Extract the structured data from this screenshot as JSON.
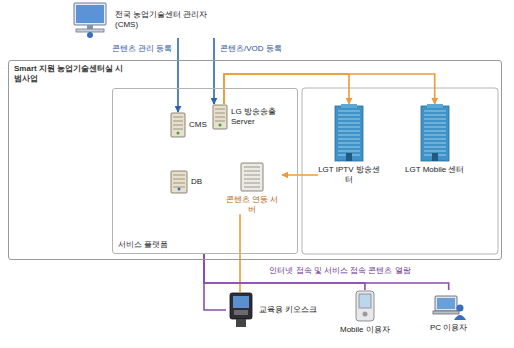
{
  "diagram": {
    "nodes": [
      {
        "text": [
          "전국 농업기술센터 관리자(CMS)"
        ]
      },
      {
        "text": [
          "Smart 지원 농업기술센터실 시범사업"
        ]
      },
      {
        "text": [
          "서비스 플랫폼"
        ],
        "in": 1
      },
      {
        "text": [
          "CMS"
        ],
        "in": 2
      },
      {
        "text": [
          "LG 방송송출 Server"
        ],
        "in": 2
      },
      {
        "text": [
          "DB"
        ],
        "in": 2
      },
      {
        "text": [
          "콘텐츠 연동 서버"
        ],
        "in": 2
      },
      {
        "text": [
          "LGT IPTV 방송센터"
        ],
        "in": 1
      },
      {
        "text": [
          "LGT Mobile 센터"
        ],
        "in": 1
      },
      {
        "text": [
          "교육용 키오스크"
        ]
      },
      {
        "text": [
          "Mobile 이용자"
        ]
      },
      {
        "text": [
          "PC 이용자"
        ]
      }
    ],
    "edges": [
      {
        "from": 0,
        "to": 3,
        "label": "콘텐츠 관리 등록",
        "arrow": "to"
      },
      {
        "from": 0,
        "to": 4,
        "label": "콘텐츠/VOD 등록",
        "arrow": "to"
      },
      {
        "from": 4,
        "to": 7,
        "arrow": "to"
      },
      {
        "from": 4,
        "to": 8,
        "arrow": "to"
      },
      {
        "from": 7,
        "to": 6,
        "arrow": "to"
      },
      {
        "from": 6,
        "to": 9,
        "arrow": "none"
      },
      {
        "from": 2,
        "to": 9,
        "arrow": "none"
      },
      {
        "from": 2,
        "to": 10,
        "label": "인터넷 접속 및 서비스 접속 콘텐츠 열람",
        "arrow": "none"
      },
      {
        "from": 2,
        "to": 11,
        "arrow": "none"
      }
    ]
  }
}
